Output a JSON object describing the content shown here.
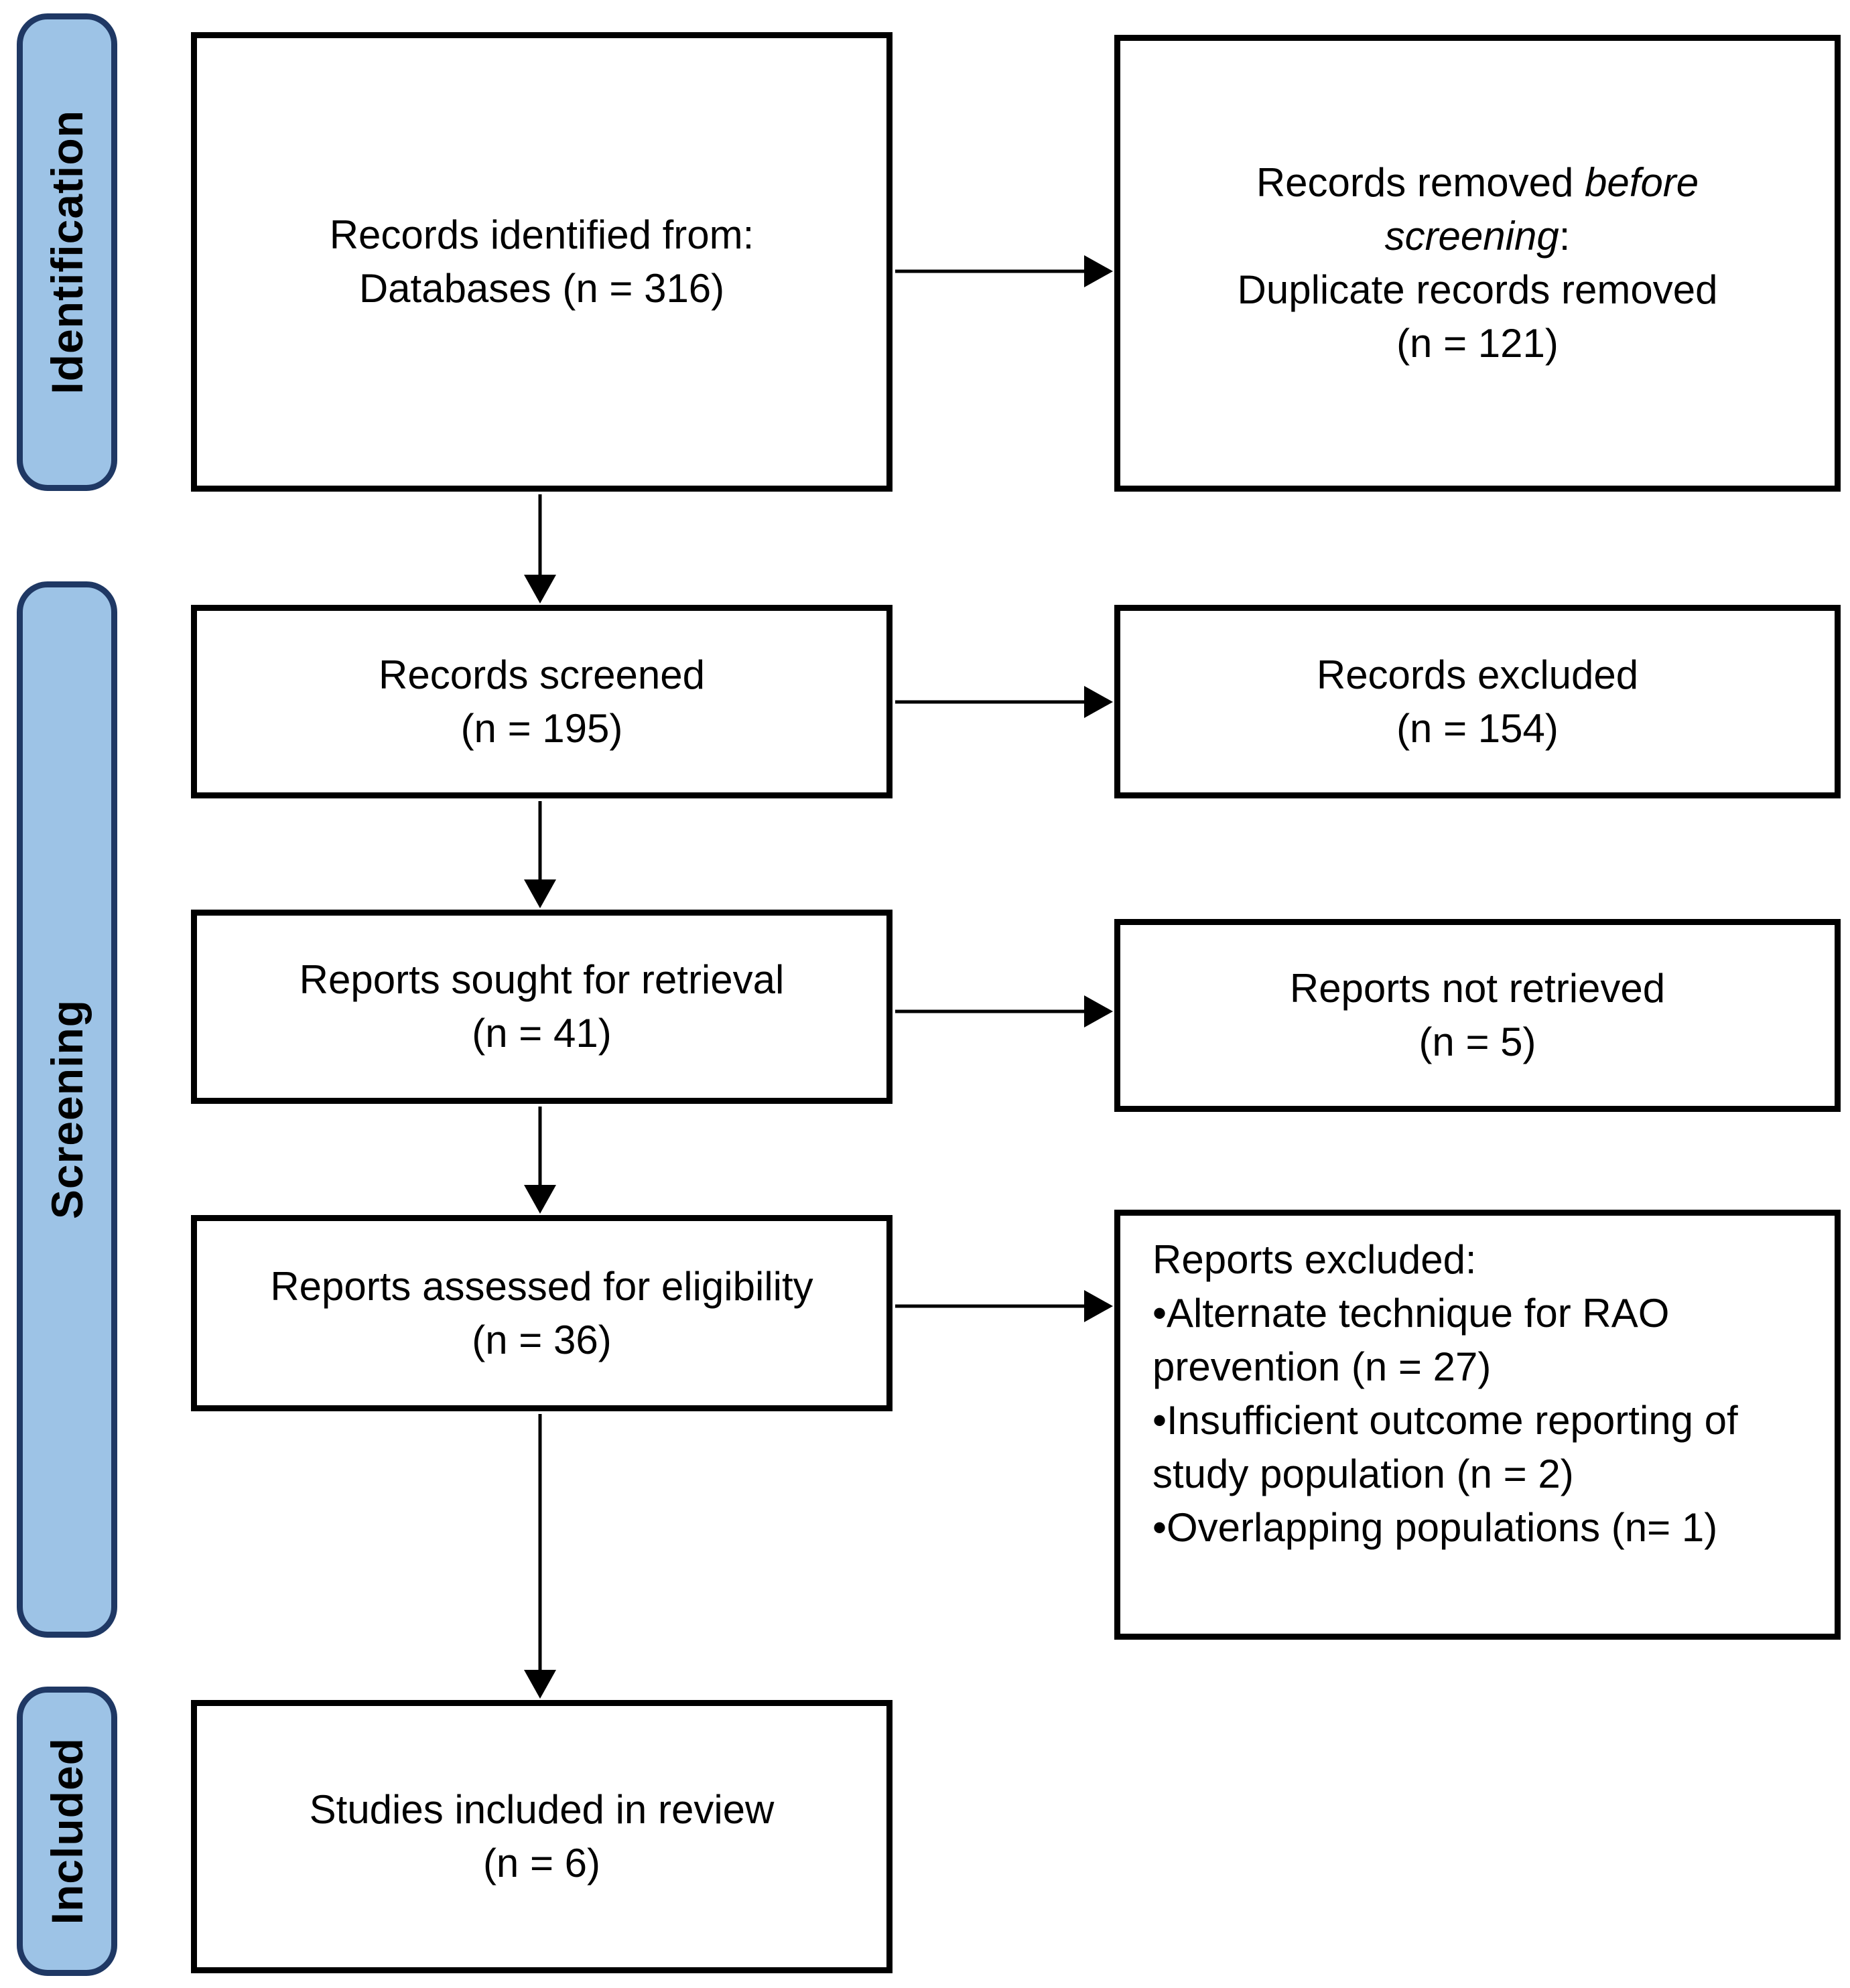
{
  "colors": {
    "tab_fill": "#9DC3E6",
    "tab_border": "#1F3864",
    "box_border": "#000000",
    "arrow": "#000000",
    "text": "#000000",
    "background": "#FFFFFF"
  },
  "stages": {
    "identification": "Identification",
    "screening": "Screening",
    "included": "Included"
  },
  "boxes": {
    "records_identified": {
      "line1": "Records identified from:",
      "line2": "Databases (n = 316)"
    },
    "records_removed": {
      "line1_pre": "Records removed ",
      "line1_italic": "before screening",
      "line1_post": ":",
      "line2": "Duplicate records removed",
      "line3": "(n = 121)"
    },
    "records_screened": {
      "line1": "Records screened",
      "line2": "(n = 195)"
    },
    "records_excluded": {
      "line1": "Records excluded",
      "line2": "(n = 154)"
    },
    "reports_sought": {
      "line1": "Reports sought for retrieval",
      "line2": "(n = 41)"
    },
    "reports_not_retrieved": {
      "line1": "Reports not retrieved",
      "line2": "(n = 5)"
    },
    "reports_assessed": {
      "line1": "Reports assessed for eligibility",
      "line2": "(n = 36)"
    },
    "reports_excluded": {
      "title": "Reports excluded:",
      "bullets": [
        "•Alternate technique for RAO prevention (n = 27)",
        "•Insufficient outcome reporting of study population (n = 2)",
        "•Overlapping populations (n= 1)"
      ]
    },
    "studies_included": {
      "line1": "Studies included in review",
      "line2": "(n = 6)"
    }
  }
}
